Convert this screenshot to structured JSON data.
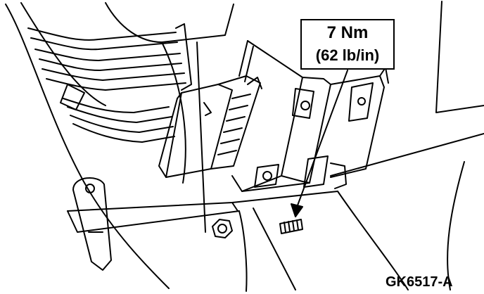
{
  "callout": {
    "torque_nm": "7 Nm",
    "torque_lbin": "(62 lb/in)"
  },
  "figure_code": "GK6517-A"
}
